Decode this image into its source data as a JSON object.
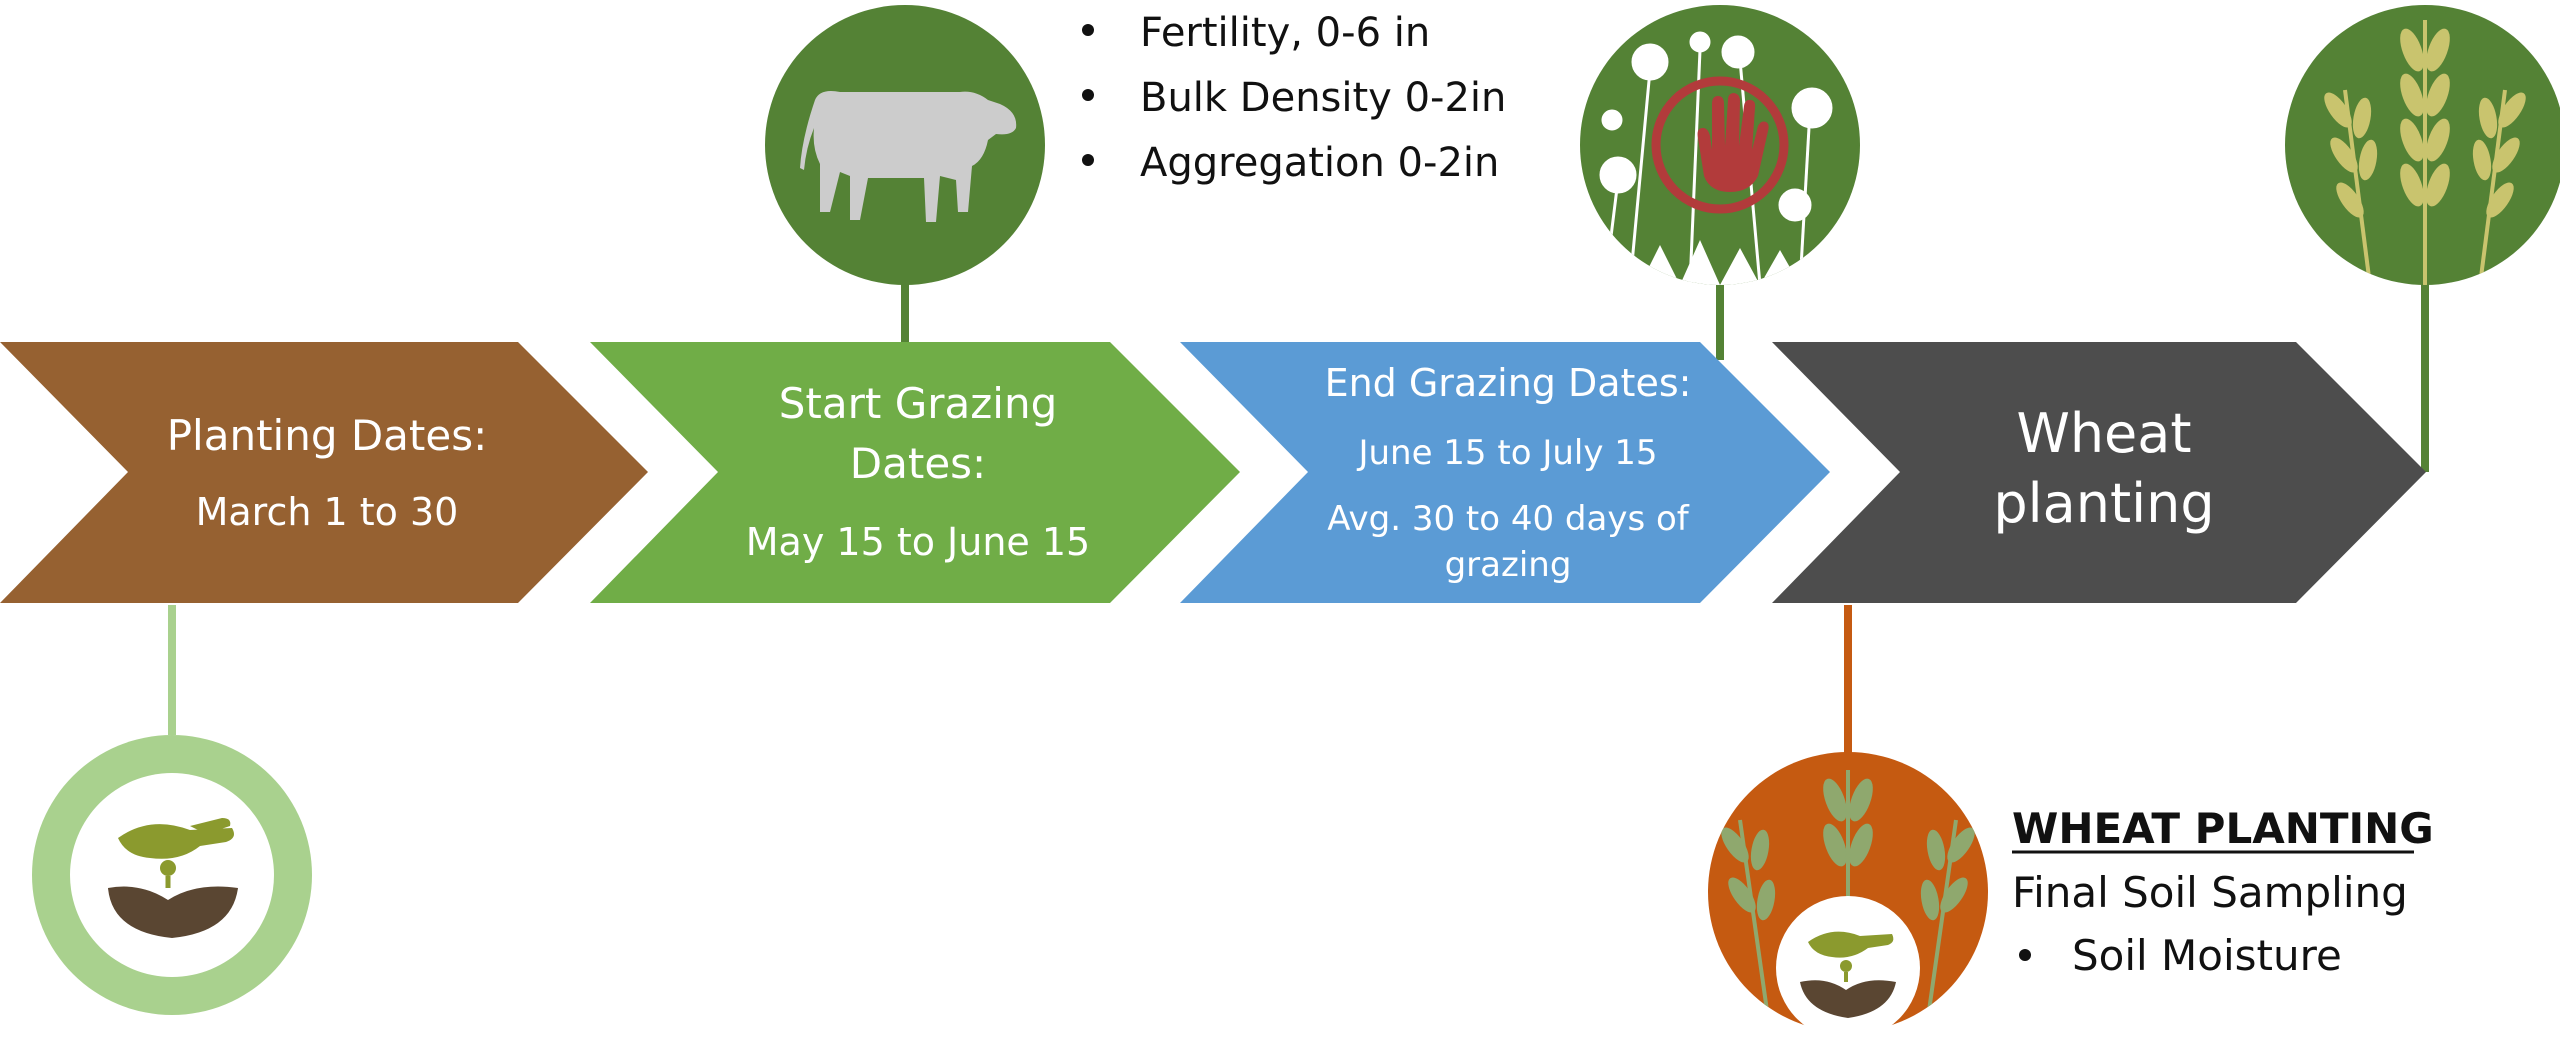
{
  "timeline": [
    {
      "title_lines": [
        "Planting Dates:"
      ],
      "detail_lines": [
        "March 1 to 30"
      ],
      "color": "#966131"
    },
    {
      "title_lines": [
        "Start Grazing",
        "Dates:"
      ],
      "detail_lines": [
        "May 15 to June 15"
      ],
      "color": "#70ad47"
    },
    {
      "title_lines": [
        "End Grazing Dates:"
      ],
      "detail_lines": [
        "June 15 to July 15",
        "Avg. 30 to 40 days of",
        "grazing"
      ],
      "color": "#5b9bd5"
    },
    {
      "title_lines": [
        "Wheat",
        "planting"
      ],
      "detail_lines": [],
      "color": "#4d4d4d"
    }
  ],
  "grazing_measurements": [
    "Fertility, 0-6 in",
    "Bulk Density 0-2in",
    "Aggregation 0-2in"
  ],
  "wheat_planting_note": {
    "heading": "WHEAT PLANTING",
    "subheading": "Final Soil Sampling",
    "items": [
      "Soil Moisture"
    ]
  },
  "icons": [
    "seed-planting-icon",
    "cow-icon",
    "stop-hand-icon",
    "wheat-icon",
    "wheat-seed-planting-icon"
  ],
  "colors": {
    "planting": "#966131",
    "start_grazing": "#70ad47",
    "end_grazing": "#5b9bd5",
    "wheat": "#4d4d4d",
    "icon_green": "#548235",
    "light_green": "#a9d18e",
    "orange": "#c55a11",
    "stop_red": "#b23b3b",
    "wheat_gold": "#c9c46e"
  }
}
